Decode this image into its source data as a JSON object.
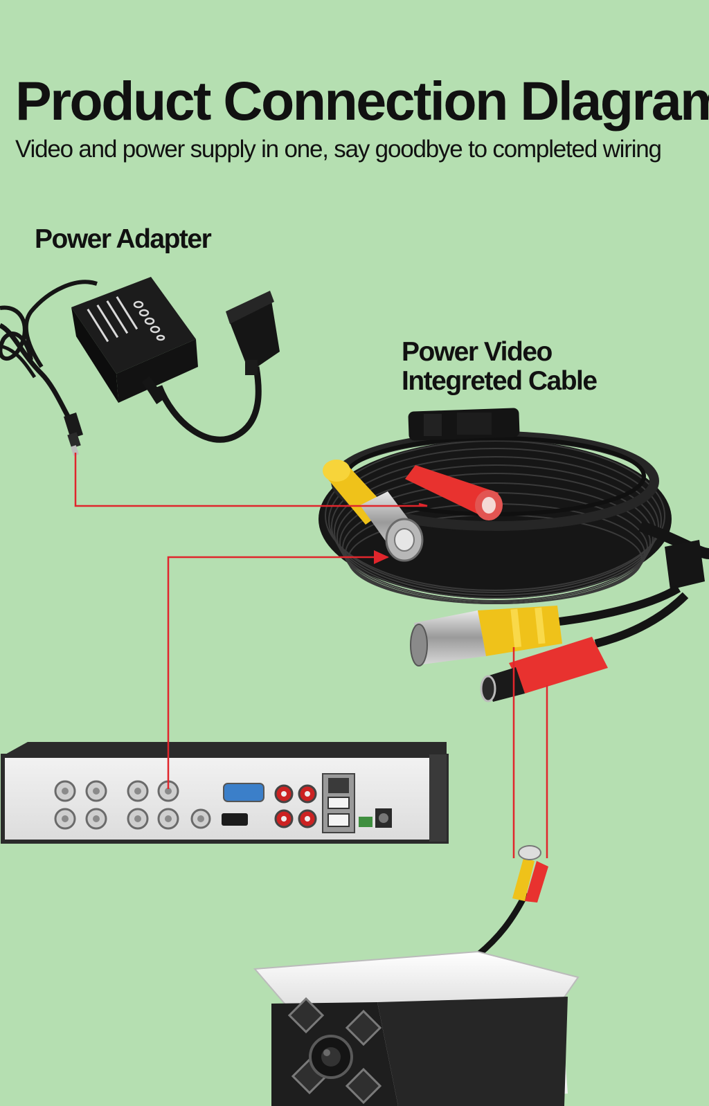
{
  "header": {
    "title": "Product Connection Dlagram",
    "subtitle": "Video and power supply in one, say goodbye to completed wiring"
  },
  "components": {
    "power_adapter": {
      "label": "Power Adapter"
    },
    "cable": {
      "label_line1": "Power Video",
      "label_line2": "Integreted Cable"
    },
    "dvr": {
      "icon": "dvr-recorder-icon"
    },
    "camera": {
      "icon": "bullet-camera-icon"
    }
  },
  "colors": {
    "background": "#b5dfb1",
    "wire": "#e0262c",
    "connector_red": "#e8322f",
    "connector_yellow": "#efc21a",
    "cable_black": "#141414"
  }
}
